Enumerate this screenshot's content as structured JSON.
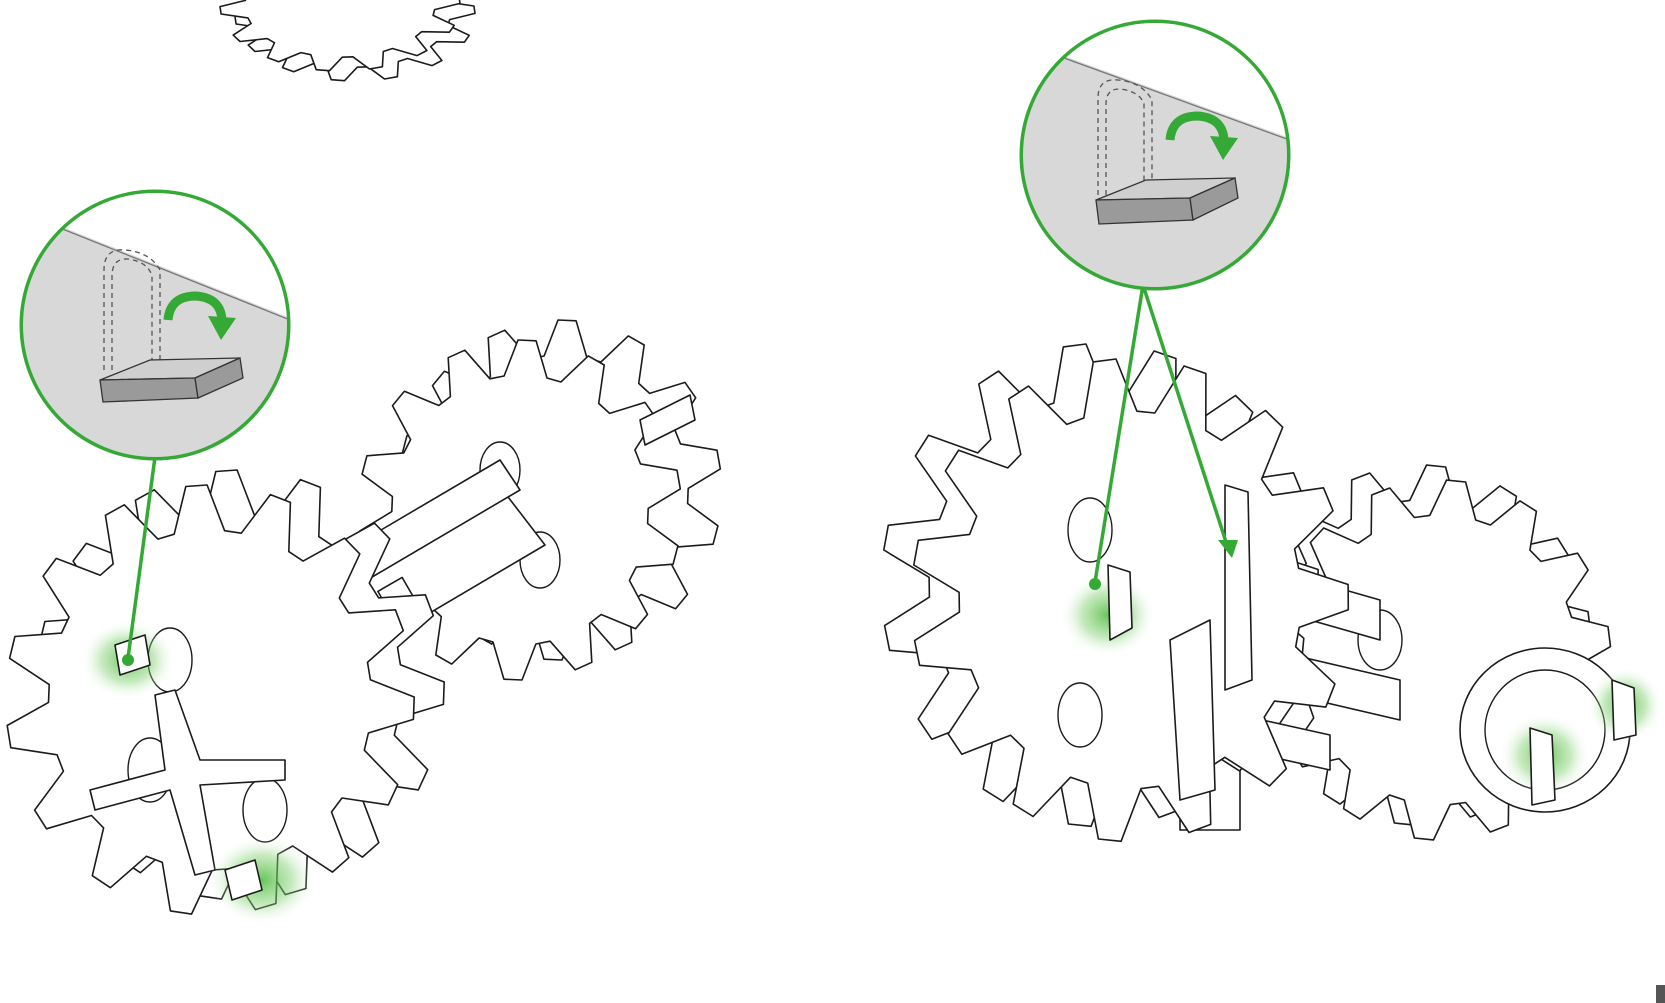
{
  "colors": {
    "accent_green": "#35a935",
    "line": "#1b1b1b",
    "callout_fill": "#d8d8d8"
  },
  "figures": [
    {
      "name": "left-assembly",
      "parts": [
        "gear-pair",
        "axle",
        "cross-hub",
        "locking-tabs"
      ]
    },
    {
      "name": "right-assembly",
      "parts": [
        "gear-pair",
        "axle",
        "cross-hub",
        "locking-tabs"
      ]
    }
  ],
  "callouts": [
    {
      "name": "rotate-tab-detail-left",
      "icon": "rotate-clockwise-arrow-icon"
    },
    {
      "name": "rotate-tab-detail-right",
      "icon": "rotate-clockwise-arrow-icon"
    }
  ]
}
